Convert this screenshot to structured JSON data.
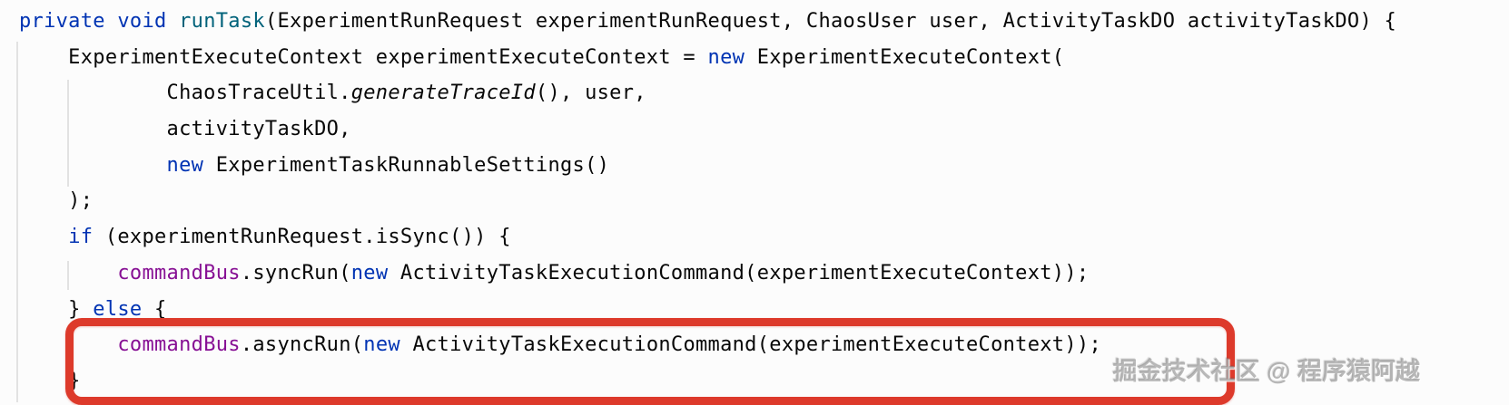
{
  "editor": {
    "background": "#fcfcfc",
    "colors": {
      "bg": "#fcfcfc",
      "keyword": "#0033b3",
      "method": "#00627a",
      "field": "#871094",
      "plain": "#080808",
      "annotation": "#dd3a2b",
      "indent_guide": "#e2e2e2"
    },
    "code_lines": [
      [
        [
          "private",
          "keyword"
        ],
        [
          " ",
          "plain"
        ],
        [
          "void",
          "keyword"
        ],
        [
          " ",
          "plain"
        ],
        [
          "runTask",
          "method"
        ],
        [
          "(ExperimentRunRequest experimentRunRequest, ChaosUser user, ActivityTaskDO activityTaskDO) {",
          "plain"
        ]
      ],
      [
        [
          "    ExperimentExecuteContext experimentExecuteContext = ",
          "plain"
        ],
        [
          "new",
          "keyword"
        ],
        [
          " ExperimentExecuteContext(",
          "plain"
        ]
      ],
      [
        [
          "            ChaosTraceUtil.",
          "plain"
        ],
        [
          "generateTraceId",
          "static"
        ],
        [
          "(), user,",
          "plain"
        ]
      ],
      [
        [
          "            activityTaskDO,",
          "plain"
        ]
      ],
      [
        [
          "            ",
          "plain"
        ],
        [
          "new",
          "keyword"
        ],
        [
          " ExperimentTaskRunnableSettings()",
          "plain"
        ]
      ],
      [
        [
          "    );",
          "plain"
        ]
      ],
      [
        [
          "    ",
          "plain"
        ],
        [
          "if",
          "keyword"
        ],
        [
          " (experimentRunRequest.isSync()) {",
          "plain"
        ]
      ],
      [
        [
          "        ",
          "plain"
        ],
        [
          "commandBus",
          "field"
        ],
        [
          ".syncRun(",
          "plain"
        ],
        [
          "new",
          "keyword"
        ],
        [
          " ActivityTaskExecutionCommand(experimentExecuteContext));",
          "plain"
        ]
      ],
      [
        [
          "    } ",
          "plain"
        ],
        [
          "else",
          "keyword"
        ],
        [
          " {",
          "plain"
        ]
      ],
      [
        [
          "        ",
          "plain"
        ],
        [
          "commandBus",
          "field"
        ],
        [
          ".asyncRun(",
          "plain"
        ],
        [
          "new",
          "keyword"
        ],
        [
          " ActivityTaskExecutionCommand(experimentExecuteContext));",
          "plain"
        ]
      ],
      [
        [
          "    }",
          "plain"
        ]
      ]
    ]
  },
  "annotation": {
    "type": "highlight-box",
    "highlighted_line": "commandBus.asyncRun(new ActivityTaskExecutionCommand(experimentExecuteContext));",
    "color": "#dd3a2b"
  },
  "watermark": {
    "text": "掘金技术社区 @ 程序猿阿越"
  }
}
